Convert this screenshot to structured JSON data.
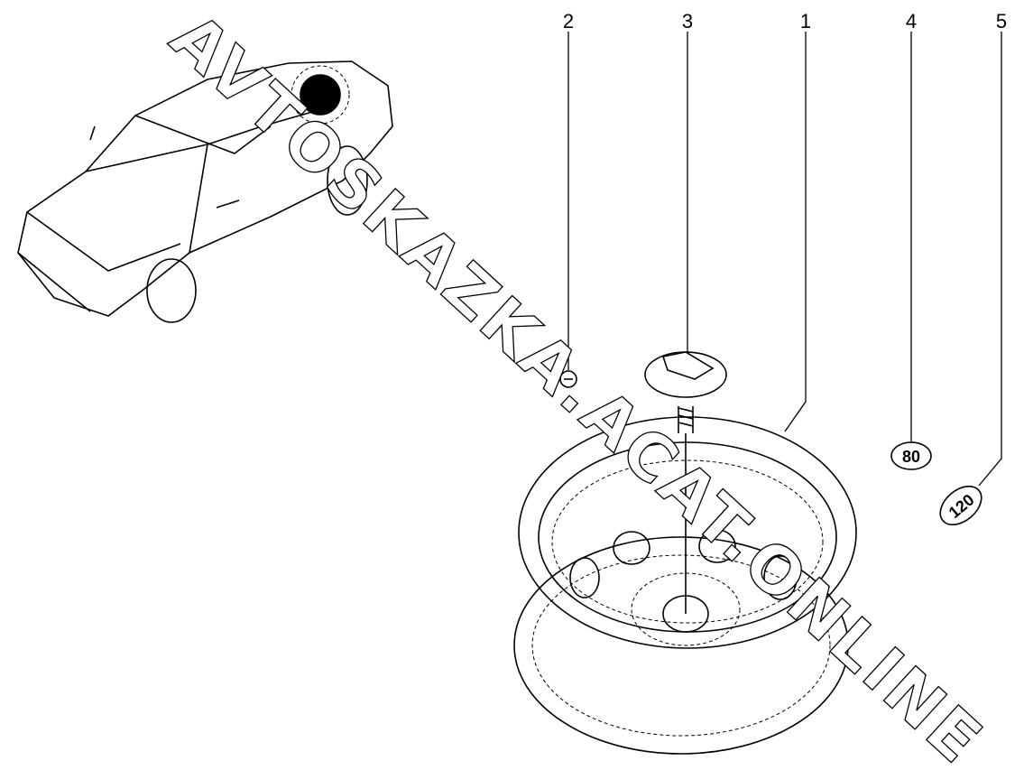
{
  "diagram": {
    "callouts": [
      {
        "number": "1",
        "part": "wheel"
      },
      {
        "number": "2",
        "part": "small-plug"
      },
      {
        "number": "3",
        "part": "wheel-clamp-bolt"
      },
      {
        "number": "4",
        "part": "speed-label-80"
      },
      {
        "number": "5",
        "part": "speed-label-120"
      }
    ],
    "label_4_text": "80",
    "label_5_text": "120",
    "watermark": "AVTOSKAZKA.ACAT.ONLINE"
  }
}
